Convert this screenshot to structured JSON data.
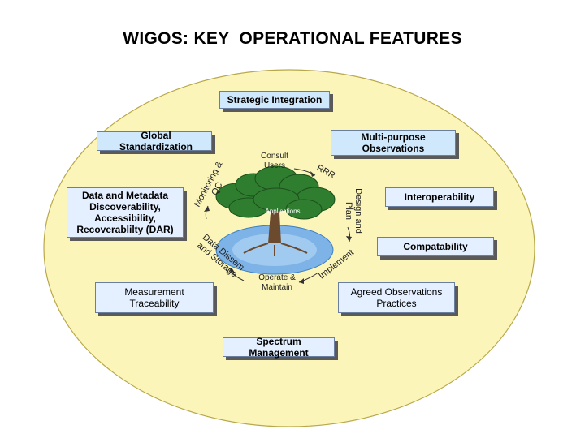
{
  "title": "WIGOS: KEY  OPERATIONAL FEATURES",
  "boxes": {
    "strategic_integration": "Strategic Integration",
    "global_standardization": "Global Standardization",
    "multi_purpose_observations": "Multi-purpose Observations",
    "data_metadata": "Data and Metadata Discoverability, Accessibility, Recoverablilty (DAR)",
    "interoperability": "Interoperability",
    "compatability": "Compatability",
    "measurement_traceability": "Measurement Traceability",
    "agreed_observations_practices": "Agreed Observations Practices",
    "spectrum_management": "Spectrum Management"
  },
  "cycle": {
    "consult_users": "Consult Users",
    "rrr": "RRR",
    "design_and_plan": "Design and Plan",
    "implement": "Implement",
    "operate_maintain": "Operate & Maintain",
    "data_dissem": "Data Dissem and Storage",
    "monitoring_qc": "Monitoring & QC",
    "tree_label": "Applications"
  },
  "colors": {
    "ellipse_fill": "#fbf5b9",
    "box_fill": "#e4f0ff",
    "tree_canopy": "#2f7d2f",
    "water": "#5b9bd5"
  }
}
